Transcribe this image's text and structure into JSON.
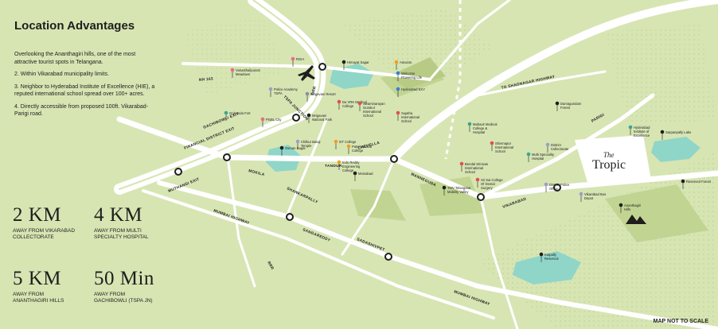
{
  "title": "Location Advantages",
  "points": [
    {
      "num": "",
      "text": "Overlooking the Ananthagiri hills, one of the most attractive tourist spots in Telangana."
    },
    {
      "num": "2.",
      "text": "Within Vikarabad municipality limits."
    },
    {
      "num": "3.",
      "text": "Neighbor to Hyderabad Institute of Excellence (HIE), a reputed international school spread over 100+ acres."
    },
    {
      "num": "4.",
      "text": "Directly accessible from proposed 100ft. Vikarabad-Parigi road."
    }
  ],
  "stats": [
    {
      "value": "2 KM",
      "label": "AWAY FROM VIKARABAD COLLECTORATE"
    },
    {
      "value": "4 KM",
      "label": "AWAY FROM MULTI SPECIALTY HOSPITAL"
    },
    {
      "value": "5 KM",
      "label": "AWAY FROM ANANTHAGIRI HILLS"
    },
    {
      "value": "50 Min",
      "label": "AWAY FROM GACHIBOWLI (TSPA JN)"
    }
  ],
  "note": "MAP NOT TO SCALE",
  "brand": {
    "name": "The Tropic",
    "article": "The",
    "word": "Tropic"
  },
  "roads": {
    "orr": "ORR",
    "tspa": "TSPA JUNCTION",
    "gachibowli": "GACHIBOWLI EXIT",
    "financial": "FINANCIAL DISTRICT EXIT",
    "muthangi": "MUTHANGI EXIT",
    "mokila": "MOKILA",
    "shankarpally": "SHANKARPALLY",
    "chevella": "CHEVELLA",
    "manneguda": "MANNEGUDA",
    "vikarabad": "VIKARABAD",
    "parigi": "PARIGI",
    "sangareddy": "SANGAREDDY",
    "sadashivpet": "SADASHIVPET",
    "rrr": "RRR",
    "nh163": "NH 163",
    "nh65": "MUMBAI HIGHWAY",
    "tandur": "TANDUR",
    "to_shadnagar": "TO SHADNAGAR HIGHWAY"
  },
  "places": [
    {
      "name": "Vanasthalipuram Meadows",
      "color": "#e86a8a"
    },
    {
      "name": "Golconda Fort",
      "color": "#3aa58f"
    },
    {
      "name": "PGBL City",
      "color": "#e86a8a"
    },
    {
      "name": "Police Academy TSPA",
      "color": "#9aa0c8"
    },
    {
      "name": "RGIA",
      "color": "#e86a8a"
    },
    {
      "name": "Himayat Sagar",
      "color": "#1e1e1e"
    },
    {
      "name": "Amazon",
      "color": "#f0a020"
    },
    {
      "name": "Welcome Flowering Life",
      "color": "#3a7fd0"
    },
    {
      "name": "Hyderabad EKY",
      "color": "#3a7fd0"
    },
    {
      "name": "Mrigavani Resort",
      "color": "#8a8fa0"
    },
    {
      "name": "Da VRK Medical College",
      "color": "#e05050"
    },
    {
      "name": "Swaminarayan Gurukul International School",
      "color": "#e05050"
    },
    {
      "name": "Sujatha International School",
      "color": "#e05050"
    },
    {
      "name": "Mrigavani National Park",
      "color": "#1e1e1e"
    },
    {
      "name": "Chilkur Balaji Temple",
      "color": "#9aa0c8"
    },
    {
      "name": "Osman Sagar",
      "color": "#1e1e1e"
    },
    {
      "name": "IIIT College",
      "color": "#f0a020"
    },
    {
      "name": "Patel Medical College",
      "color": "#f0a020"
    },
    {
      "name": "Indo Reddy Engineering College",
      "color": "#f0a020"
    },
    {
      "name": "Moinabad",
      "color": "#1e1e1e"
    },
    {
      "name": "TMV Telangana Mobility Valley",
      "color": "#1e1e1e"
    },
    {
      "name": "Sri Sai College Of Dental Surgery",
      "color": "#e05050"
    },
    {
      "name": "Bendal Srinivas International School",
      "color": "#e05050"
    },
    {
      "name": "Mahavir Medical College & Hospital",
      "color": "#3aa58f"
    },
    {
      "name": "Shivmapur International School",
      "color": "#e05050"
    },
    {
      "name": "Multi Speciality Hospital",
      "color": "#3aa58f"
    },
    {
      "name": "District Collectorate",
      "color": "#9aa0c8"
    },
    {
      "name": "Damagundam Forest",
      "color": "#1e1e1e"
    },
    {
      "name": "Hyderabad Institute of Excellence",
      "color": "#3aa58f"
    },
    {
      "name": "Sarpanpally Lake",
      "color": "#1e1e1e"
    },
    {
      "name": "District Police Office",
      "color": "#9aa0c8"
    },
    {
      "name": "Vikarabad Bus Depot",
      "color": "#9aa0c8"
    },
    {
      "name": "Ananthagiri Hills",
      "color": "#1e1e1e"
    },
    {
      "name": "Reserved Forest",
      "color": "#1e1e1e"
    },
    {
      "name": "Kotpally Reservoir",
      "color": "#1e1e1e"
    }
  ]
}
